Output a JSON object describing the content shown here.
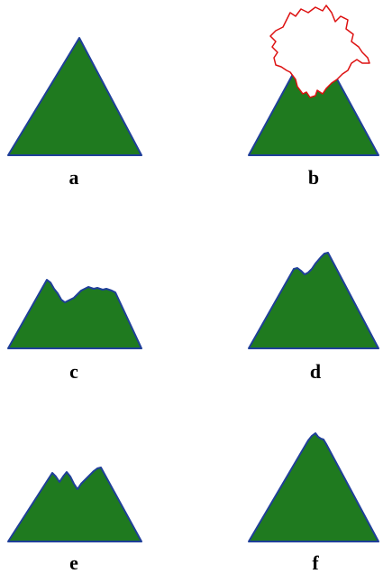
{
  "colors": {
    "mountain_fill": "#1f7a1f",
    "mountain_outline": "#1f3f99",
    "damage_outline": "#dd1111",
    "damage_fill": "#ffffff"
  },
  "panels": [
    {
      "id": "a",
      "label": "a"
    },
    {
      "id": "b",
      "label": "b"
    },
    {
      "id": "c",
      "label": "c"
    },
    {
      "id": "d",
      "label": "d"
    },
    {
      "id": "e",
      "label": "e"
    },
    {
      "id": "f",
      "label": "f"
    }
  ]
}
